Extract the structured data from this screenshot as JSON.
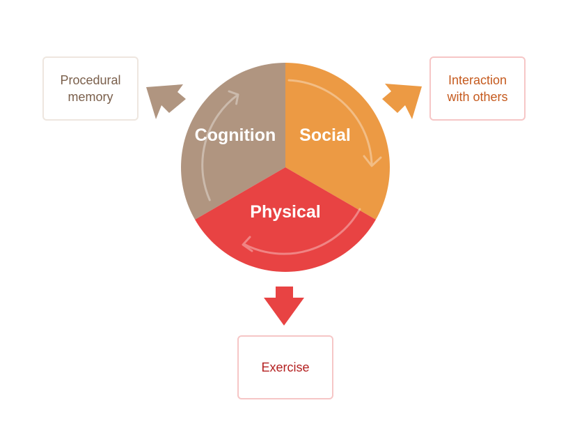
{
  "segments": [
    {
      "id": "cognition",
      "label": "Cognition",
      "color": "#b09580",
      "outcome": "Procedural\nmemory"
    },
    {
      "id": "social",
      "label": "Social",
      "color": "#ec9a44",
      "outcome": "Interaction\nwith others"
    },
    {
      "id": "physical",
      "label": "Physical",
      "color": "#e84343",
      "outcome": "Exercise"
    }
  ]
}
